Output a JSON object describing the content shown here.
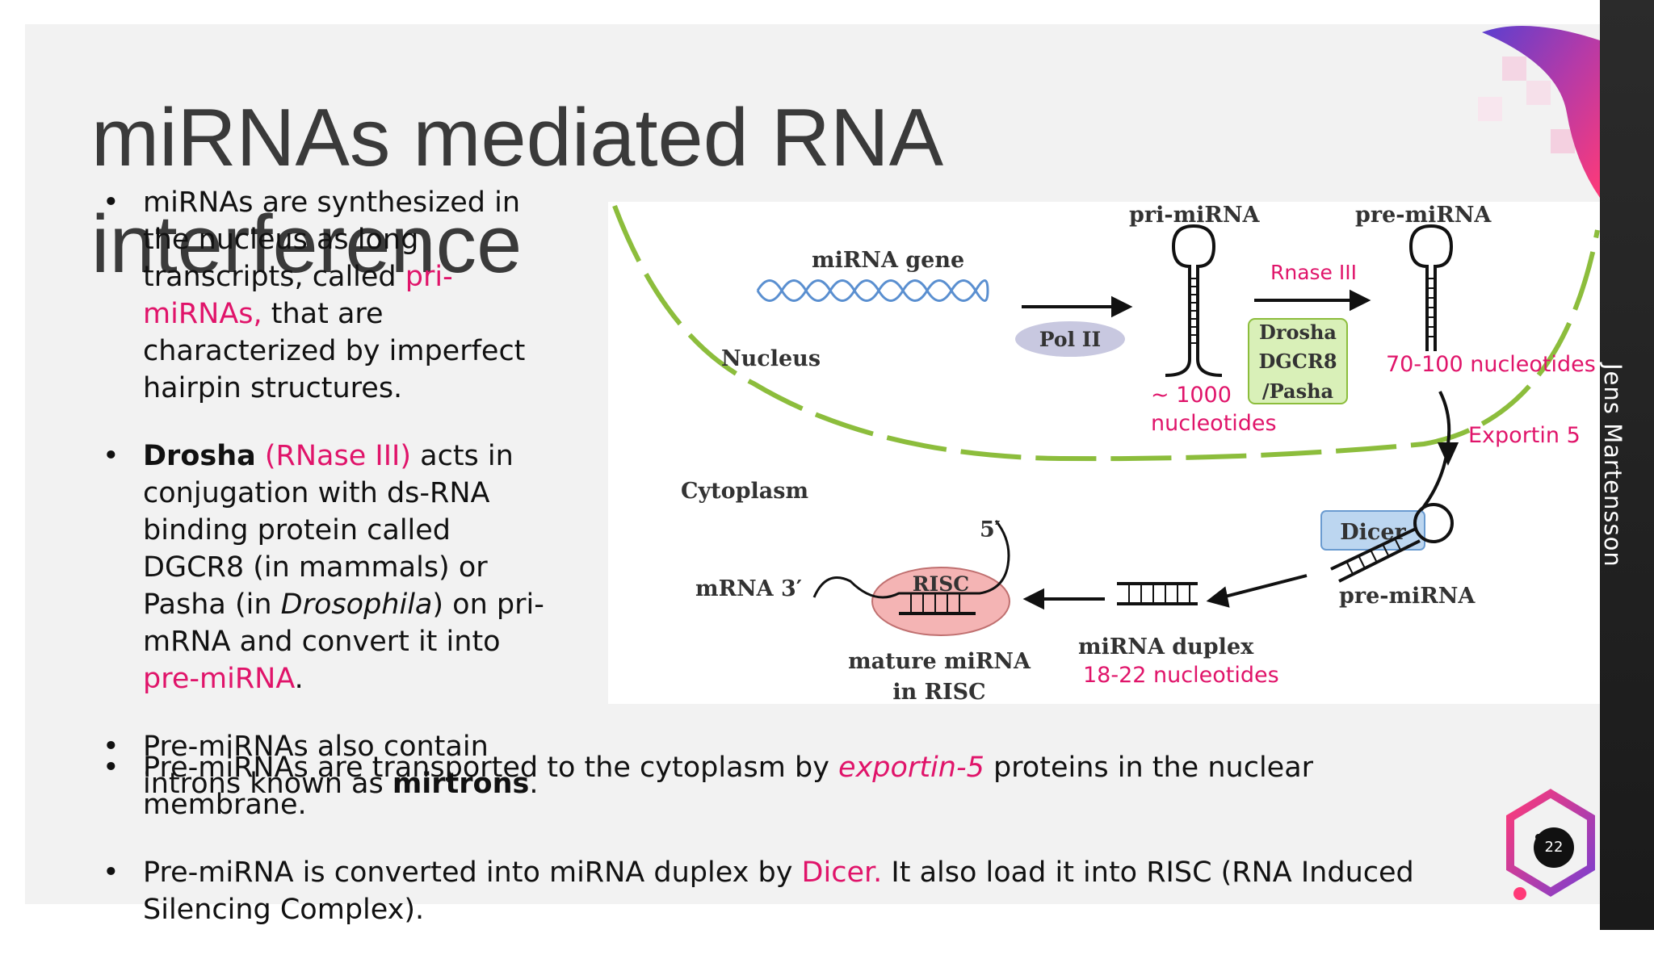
{
  "slide": {
    "title": "miRNAs mediated RNA interference",
    "author": "Jens Martensson",
    "page_number": "22"
  },
  "bullets_left": [
    {
      "parts": [
        {
          "text": "miRNAs are synthesized in the nucleus as long transcripts, called "
        },
        {
          "text": "pri-miRNAs,",
          "style": "pink"
        },
        {
          "text": " that are characterized by imperfect hairpin structures."
        }
      ]
    },
    {
      "parts": [
        {
          "text": "Drosha",
          "style": "bold"
        },
        {
          "text": "  "
        },
        {
          "text": "(RNase III)",
          "style": "pink"
        },
        {
          "text": " acts in conjugation with ds-RNA binding protein called DGCR8 (in mammals) or Pasha (in "
        },
        {
          "text": "Drosophila",
          "style": "italic"
        },
        {
          "text": ") on pri-mRNA and convert it into "
        },
        {
          "text": "pre-miRNA",
          "style": "pink"
        },
        {
          "text": "."
        }
      ]
    },
    {
      "parts": [
        {
          "text": "Pre-miRNAs also contain introns known as "
        },
        {
          "text": "mirtrons",
          "style": "bold"
        },
        {
          "text": "."
        }
      ]
    }
  ],
  "bullets_bottom": [
    {
      "parts": [
        {
          "text": "Pre-miRNAs are transported to the cytoplasm by "
        },
        {
          "text": "exportin-5",
          "style": "pink-italic"
        },
        {
          "text": " proteins in the nuclear membrane."
        }
      ]
    },
    {
      "parts": [
        {
          "text": "Pre-miRNA is converted into miRNA duplex by "
        },
        {
          "text": "Dicer.",
          "style": "pink"
        },
        {
          "text": "  It also load it into RISC (RNA Induced Silencing Complex)."
        }
      ]
    }
  ],
  "figure": {
    "labels": {
      "mirna_gene": "miRNA gene",
      "pri_mirna": "pri-miRNA",
      "pre_mirna_top": "pre-miRNA",
      "nucleus": "Nucleus",
      "pol2": "Pol II",
      "rnase3": "Rnase III",
      "drosha": "Drosha",
      "dgcr8": "DGCR8",
      "pasha": "/Pasha",
      "nt_70_100": "70-100 nucleotides",
      "nt_1000_a": "~ 1000",
      "nt_1000_b": "nucleotides",
      "exportin5": "Exportin 5",
      "cytoplasm": "Cytoplasm",
      "dicer": "Dicer",
      "five_prime": "5′",
      "mrna": "mRNA  3′",
      "risc": "RISC",
      "pre_mirna_bottom": "pre-miRNA",
      "mirna_duplex": "miRNA duplex",
      "nt_18_22": "18-22 nucleotides",
      "mature_a": "mature miRNA",
      "mature_b": "in RISC"
    }
  },
  "colors": {
    "accent_pink": "#e0146a",
    "membrane_green": "#8cbd3c",
    "pol2_fill": "#c8c8e0",
    "drosha_fill": "#d9f0b8",
    "dicer_fill": "#bcd6f0",
    "risc_fill": "#f4b4b4"
  }
}
